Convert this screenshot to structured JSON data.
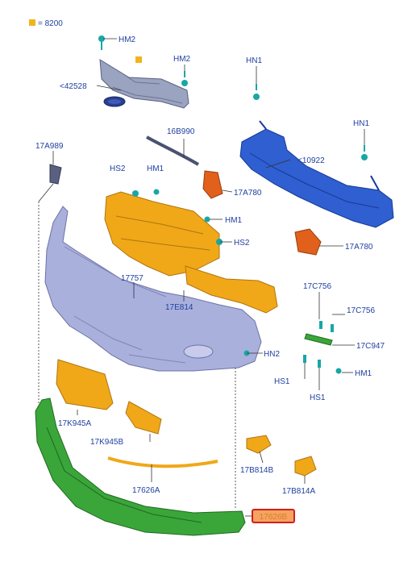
{
  "colors": {
    "label_text": "#1f3f9f",
    "leader_line": "#333333",
    "bumper_cover": "#aab0dc",
    "grille_gray": "#9aa3bf",
    "reinforcement_blue": "#2f5fd0",
    "absorber_orange": "#f0a818",
    "bracket_orange_red": "#e0601c",
    "lower_deflector_green": "#3aa63a",
    "fastener_teal": "#19a6a6",
    "highlight_border": "#d21f1f",
    "highlight_fill": "#f4a460"
  },
  "legend": {
    "label": "= 8200",
    "swatch": "#f0b41e"
  },
  "parts": {
    "hm2_a": "HM2",
    "hm2_b": "HM2",
    "emblem": "<42528",
    "hn1_a": "HN1",
    "hn1_b": "HN1",
    "p17a989": "17A989",
    "p16b990": "16B990",
    "hs2_a": "HS2",
    "hm1_a": "HM1",
    "p10922": "<10922",
    "p17a780_a": "17A780",
    "hm1_b": "HM1",
    "hs2_b": "HS2",
    "p17a780_b": "17A780",
    "p17757": "17757",
    "p17e814": "17E814",
    "p17c756_a": "17C756",
    "p17c756_b": "17C756",
    "p17c947": "17C947",
    "hn2": "HN2",
    "hs1_a": "HS1",
    "hm1_c": "HM1",
    "hs1_b": "HS1",
    "p17k945a": "17K945A",
    "p17k945b": "17K945B",
    "p17b814b": "17B814B",
    "p17626a": "17626A",
    "p17b814a": "17B814A",
    "p17626b": "17626B"
  }
}
